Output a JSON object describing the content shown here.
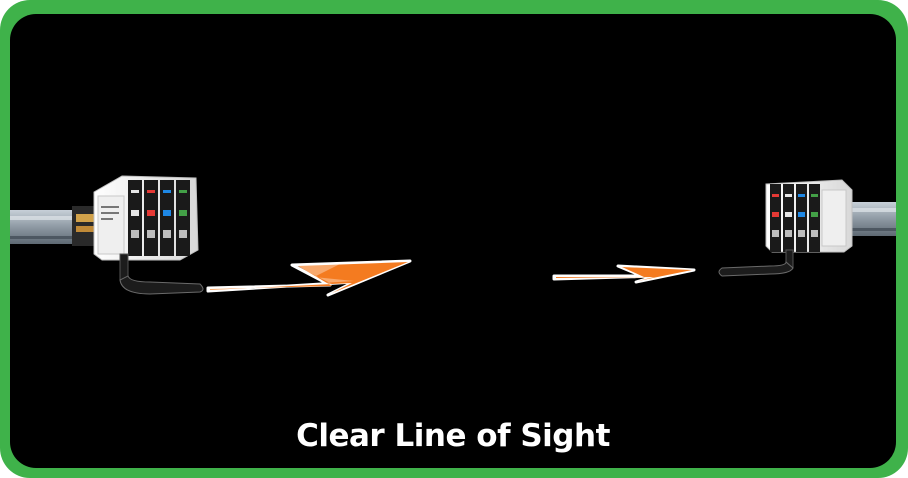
{
  "caption": "Clear Line of Sight",
  "colors": {
    "border": "#3fb24a",
    "background": "#000000",
    "signal_fill": "#f47b20",
    "signal_outline": "#ffffff",
    "device_body": "#f0f0f0",
    "din_rail": "#9aa6b0",
    "antenna": "#1c1c1c",
    "terminal_accents": [
      "#e53935",
      "#1e88e5",
      "#43a047",
      "#fdd835"
    ]
  },
  "scene": {
    "left_device": "wireless-io-module-left",
    "right_device": "wireless-io-module-right",
    "signals": [
      "lightning-bolt-left",
      "lightning-bolt-right"
    ]
  }
}
